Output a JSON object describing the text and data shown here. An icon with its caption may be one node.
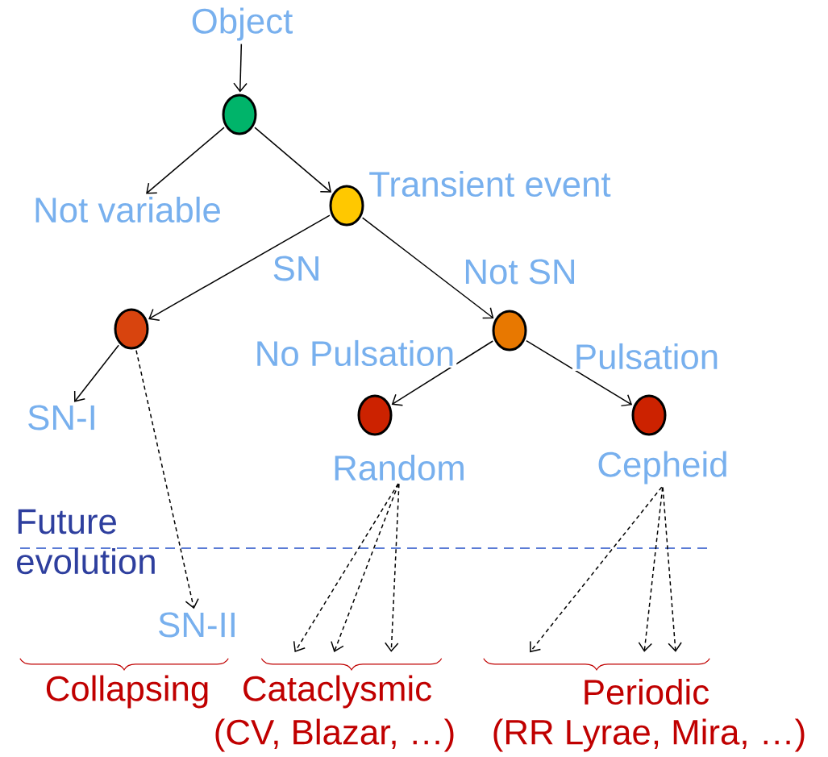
{
  "diagram": {
    "nodes": [
      {
        "text": [
          "Object"
        ]
      },
      {
        "text": [],
        "shape": "circle"
      },
      {
        "text": [
          "Not variable"
        ]
      },
      {
        "text": [],
        "shape": "circle",
        "beside": [
          "Transient event"
        ]
      },
      {
        "text": [],
        "shape": "circle"
      },
      {
        "text": [],
        "shape": "circle"
      },
      {
        "text": [
          "SN-I"
        ]
      },
      {
        "text": [
          "SN-II"
        ]
      },
      {
        "text": [],
        "shape": "circle",
        "beside": [
          "Random"
        ]
      },
      {
        "text": [],
        "shape": "circle",
        "beside": [
          "Cepheid"
        ]
      },
      {
        "text": [],
        "shape": "bracket"
      },
      {
        "text": [],
        "shape": "bracket"
      },
      {
        "text": [],
        "shape": "bracket"
      }
    ],
    "edges": [
      {
        "from": 0,
        "to": 1,
        "arrow": "to"
      },
      {
        "from": 1,
        "to": 2,
        "arrow": "to"
      },
      {
        "from": 1,
        "to": 3,
        "arrow": "to"
      },
      {
        "from": 3,
        "to": 4,
        "arrow": "to",
        "label": "SN"
      },
      {
        "from": 3,
        "to": 5,
        "arrow": "to",
        "label": "Not SN"
      },
      {
        "from": 4,
        "to": 6,
        "arrow": "to"
      },
      {
        "from": 4,
        "to": 7,
        "arrow": "to",
        "style": "dashed"
      },
      {
        "from": 5,
        "to": 8,
        "arrow": "to",
        "label": "No Pulsation"
      },
      {
        "from": 5,
        "to": 9,
        "arrow": "to",
        "label": "Pulsation"
      },
      {
        "from": 8,
        "to": 11,
        "arrow": "to",
        "style": "dashed"
      },
      {
        "from": 8,
        "to": 11,
        "arrow": "to",
        "style": "dashed"
      },
      {
        "from": 8,
        "to": 11,
        "arrow": "to",
        "style": "dashed"
      },
      {
        "from": 9,
        "to": 12,
        "arrow": "to",
        "style": "dashed"
      },
      {
        "from": 9,
        "to": 12,
        "arrow": "to",
        "style": "dashed"
      },
      {
        "from": 9,
        "to": 12,
        "arrow": "to",
        "style": "dashed"
      }
    ],
    "labels": [
      "Future evolution",
      "Collapsing",
      "Cataclysmic",
      "(CV, Blazar, …)",
      "Periodic",
      "(RR Lyrae, Mira, …)"
    ]
  }
}
